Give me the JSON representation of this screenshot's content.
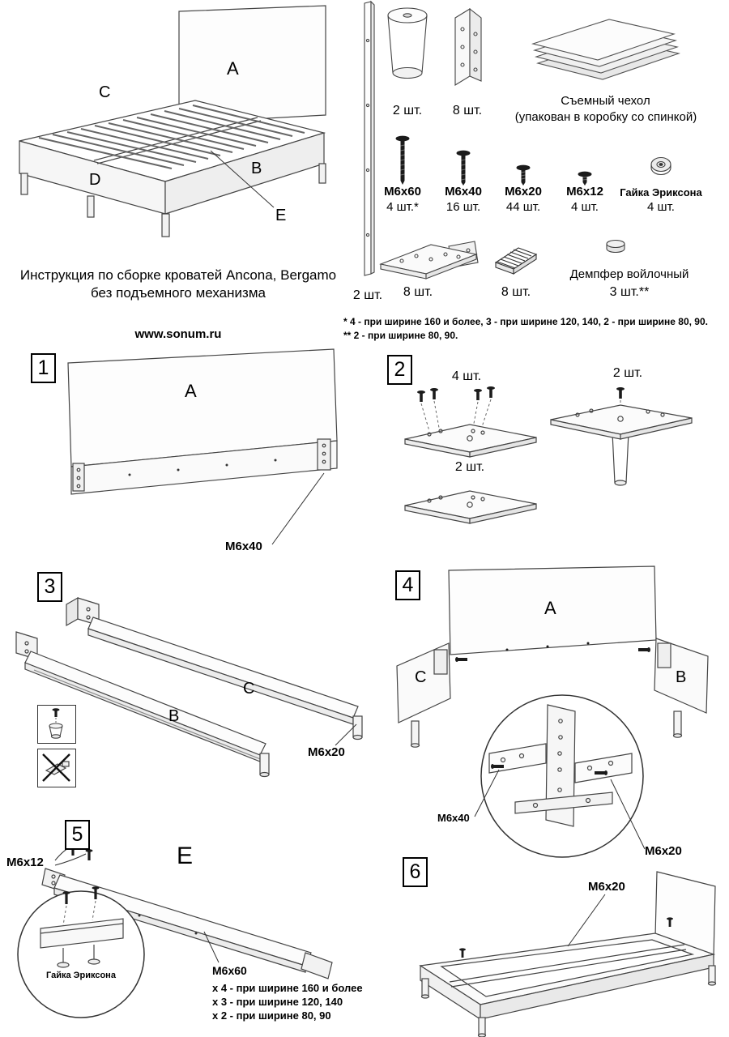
{
  "page": {
    "title_line1": "Инструкция по сборке кроватей Ancona, Bergamo",
    "title_line2": "без подъемного механизма",
    "website": "www.sonum.ru"
  },
  "overview": {
    "label_a": "A",
    "label_b": "B",
    "label_c": "C",
    "label_d": "D",
    "label_e": "E"
  },
  "parts": {
    "side_rail_qty": "2 шт.",
    "leg_qty": "2 шт.",
    "corner_bracket_qty": "8 шт.",
    "cover_title": "Съемный чехол",
    "cover_note": "(упакован в коробку со спинкой)",
    "screw_m6x60": {
      "name": "M6x60",
      "qty": "4 шт.*"
    },
    "screw_m6x40": {
      "name": "M6x40",
      "qty": "16 шт."
    },
    "screw_m6x20": {
      "name": "M6x20",
      "qty": "44 шт."
    },
    "screw_m6x12": {
      "name": "M6x12",
      "qty": "4 шт."
    },
    "erikson_nut": {
      "name": "Гайка Эриксона",
      "qty": "4 шт."
    },
    "long_bracket_qty": "8 шт.",
    "pad_qty": "8 шт.",
    "damper": {
      "name": "Демпфер войлочный",
      "qty": "3 шт.**"
    },
    "footnote1": "* 4 - при ширине 160 и более, 3 - при ширине 120, 140, 2 - при ширине 80, 90.",
    "footnote2": "** 2 - при ширине 80, 90."
  },
  "steps": {
    "step1": {
      "number": "1",
      "label_a": "A",
      "screw_label": "M6x40"
    },
    "step2": {
      "number": "2",
      "qty_top": "4 шт.",
      "qty_right": "2 шт.",
      "qty_bottom": "2 шт."
    },
    "step3": {
      "number": "3",
      "label_b": "B",
      "label_c": "C",
      "screw_label": "M6x20"
    },
    "step4": {
      "number": "4",
      "label_a": "A",
      "label_b": "B",
      "label_c": "C",
      "screw_label_1": "M6x40",
      "screw_label_2": "M6x20"
    },
    "step5": {
      "number": "5",
      "label_e": "E",
      "screw_label_top": "M6x12",
      "nut_label": "Гайка Эриксона",
      "screw_label_main": "M6x60",
      "note1": "х 4 - при ширине 160 и более",
      "note2": "х 3 - при ширине 120, 140",
      "note3": "х 2 - при ширине 80, 90"
    },
    "step6": {
      "number": "6",
      "screw_label": "M6x20"
    }
  }
}
